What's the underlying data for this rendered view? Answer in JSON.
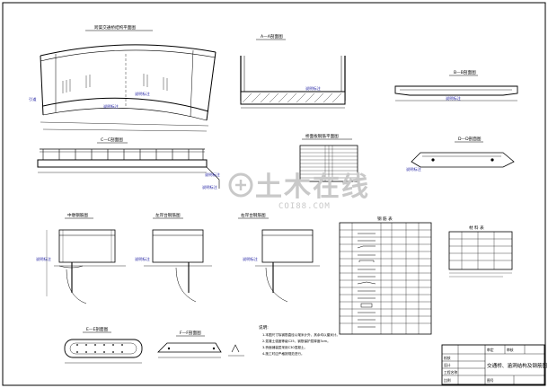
{
  "watermark": {
    "main": "土木在线",
    "sub": "COI88.COM"
  },
  "drawing": {
    "sheet_title": "交通桥、涵洞结构及钢筋图",
    "titleblock_labels": [
      "校核",
      "设计",
      "审定",
      "审核",
      "工程名称",
      "比例",
      "图号"
    ]
  },
  "views": {
    "plan_title": "跨渠交通桥结构平面图",
    "section_aa": "A—A剖面图",
    "section_bb": "B—B剖面图",
    "section_cc": "C—C剖面图",
    "section_dd": "D—D剖面图",
    "section_ee": "E—E剖面图",
    "section_ff": "F—F剖面图",
    "deck_rebar": "桥面板钢筋平面图",
    "pier_mid": "中墩钢筋图",
    "pier_left": "左岸台钢筋图",
    "pier_right": "右岸台钢筋图",
    "rebar_table": "钢 筋 表",
    "material_table": "材 料 表",
    "notes_title": "说明:"
  },
  "notes": [
    "1.本图尺寸除钢筋直径以毫米计外，其余均以厘米计。",
    "2.混凝土强度等级C25，钢筋保护层厚度3cm。",
    "3.桥面铺装层采用C30混凝土。",
    "4.施工时应严格按规范进行。"
  ]
}
